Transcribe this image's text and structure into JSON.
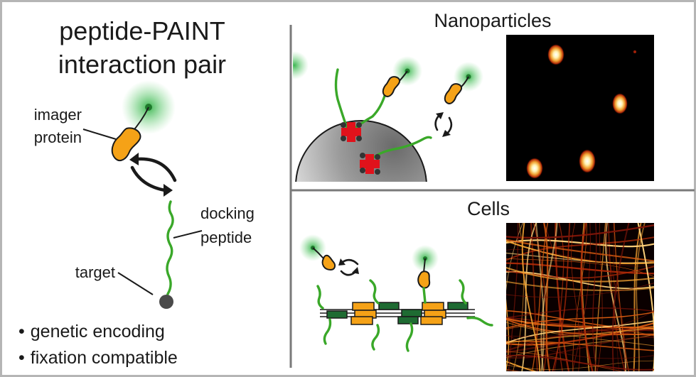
{
  "title": {
    "line1": "peptide-PAINT",
    "line2": "interaction pair"
  },
  "labels": {
    "imager_line1": "imager",
    "imager_line2": "protein",
    "docking_line1": "docking",
    "docking_line2": "peptide",
    "target": "target"
  },
  "bullets": [
    {
      "symbol": "•",
      "text": "genetic encoding"
    },
    {
      "symbol": "•",
      "text": "fixation compatible"
    }
  ],
  "panels": {
    "nanoparticles": {
      "title": "Nanoparticles"
    },
    "cells": {
      "title": "Cells"
    }
  },
  "colors": {
    "peptide": "#3aa829",
    "imager": "#f5a217",
    "fluorophore_glow": "#35b24a",
    "anchor": "#e0121b",
    "filament_orange": "#f5a217",
    "filament_green": "#1e6b32",
    "image_background": "#000000",
    "image_hot": "#f0a030"
  }
}
